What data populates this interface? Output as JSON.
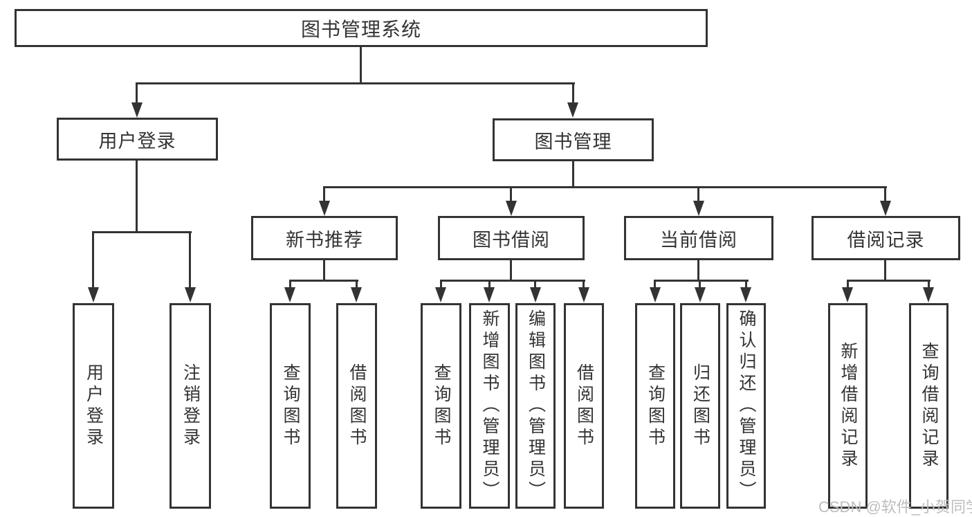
{
  "tree": {
    "root": {
      "label": "图书管理系统",
      "children": [
        {
          "label": "用户登录",
          "children": [
            {
              "label": "用户登录"
            },
            {
              "label": "注销登录"
            }
          ]
        },
        {
          "label": "图书管理",
          "children": [
            {
              "label": "新书推荐",
              "children": [
                {
                  "label": "查询图书"
                },
                {
                  "label": "借阅图书"
                }
              ]
            },
            {
              "label": "图书借阅",
              "children": [
                {
                  "label": "查询图书"
                },
                {
                  "label": "新增图书（管理员）"
                },
                {
                  "label": "编辑图书（管理员）"
                },
                {
                  "label": "借阅图书"
                }
              ]
            },
            {
              "label": "当前借阅",
              "children": [
                {
                  "label": "查询图书"
                },
                {
                  "label": "归还图书"
                },
                {
                  "label": "确认归还（管理员）"
                }
              ]
            },
            {
              "label": "借阅记录",
              "children": [
                {
                  "label": "新增借阅记录"
                },
                {
                  "label": "查询借阅记录"
                }
              ]
            }
          ]
        }
      ]
    }
  },
  "watermark": {
    "text": "CSDN @软件_小贺同学"
  },
  "colors": {
    "line": "#333333",
    "text": "#333333",
    "watermark": "#bdbdbd",
    "background": "#ffffff"
  }
}
